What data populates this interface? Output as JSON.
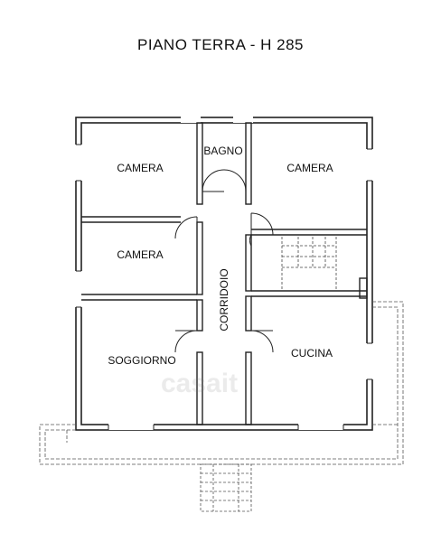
{
  "title": "PIANO TERRA - H 285",
  "rooms": {
    "camera_1": "CAMERA",
    "bagno": "BAGNO",
    "camera_2": "CAMERA",
    "camera_3": "CAMERA",
    "corridoio": "CORRIDOIO",
    "soggiorno": "SOGGIORNO",
    "cucina": "CUCINA"
  },
  "watermark": "casait",
  "colors": {
    "wall": "#222222",
    "fill": "#ffffff",
    "dashed": "#555555"
  }
}
